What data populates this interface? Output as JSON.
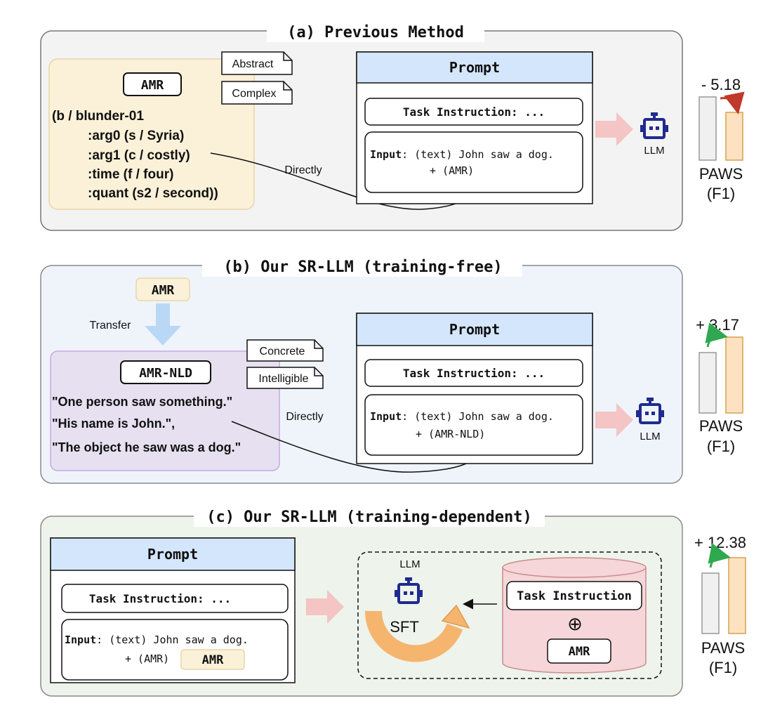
{
  "panels": {
    "a": {
      "title": "(a) Previous Method",
      "amr_tag": "AMR",
      "notes": [
        "Abstract",
        "Complex"
      ],
      "amr_lines": [
        "(b / blunder-01",
        ":arg0 (s / Syria)",
        ":arg1 (c / costly)",
        ":time (f / four)",
        ":quant (s2 / second))"
      ],
      "arrow_label": "Directly",
      "prompt": {
        "header": "Prompt",
        "task": "Task Instruction: ...",
        "input_label": "Input",
        "input_text": ": (text) John saw a dog.",
        "input_extra": "+ (AMR)"
      },
      "llm_label": "LLM",
      "score": "- 5.18",
      "metric": "PAWS",
      "metric_unit": "(F1)"
    },
    "b": {
      "title": "(b) Our SR-LLM (training-free)",
      "amr_tag": "AMR",
      "transfer_label": "Transfer",
      "nld_tag": "AMR-NLD",
      "notes": [
        "Concrete",
        "Intelligible"
      ],
      "nld_lines": [
        "\"One person saw something.\"",
        "\"His name is John.\",",
        "\"The object he saw was a dog.\""
      ],
      "arrow_label": "Directly",
      "prompt": {
        "header": "Prompt",
        "task": "Task Instruction: ...",
        "input_label": "Input",
        "input_text": ": (text) John saw a dog.",
        "input_extra": "+ (AMR-NLD)"
      },
      "llm_label": "LLM",
      "score": "+ 3.17",
      "metric": "PAWS",
      "metric_unit": "(F1)"
    },
    "c": {
      "title": "(c) Our SR-LLM (training-dependent)",
      "prompt": {
        "header": "Prompt",
        "task": "Task Instruction: ...",
        "input_label": "Input",
        "input_text": ": (text) John saw a dog.",
        "input_extra": "+ (AMR)",
        "amr_chip": "AMR"
      },
      "llm_label": "LLM",
      "sft_label": "SFT",
      "db_task": "Task Instruction",
      "db_plus": "⊕",
      "db_amr": "AMR",
      "score": "+ 12.38",
      "metric": "PAWS",
      "metric_unit": "(F1)"
    }
  },
  "colors": {
    "panel_a_bg": "#f3f3f3",
    "panel_b_bg": "#eff4fb",
    "panel_c_bg": "#eef4ec",
    "prompt_header": "#d4e6fb",
    "amr_box": "#fbf1d8",
    "nld_box": "#e6e0f0",
    "nld_border": "#c9a7e6",
    "arrow_pink": "#f5c4c4",
    "transfer_blue": "#b9d8f6",
    "robot": "#1f2b8f",
    "db_fill": "#f6d6d8",
    "db_border": "#c98c8e",
    "sft_orange": "#f5b56e",
    "bar_gray": "#f0f0f0",
    "bar_orange": "#fde2c2",
    "arrow_red": "#c0392b",
    "arrow_green": "#2fa84f"
  }
}
